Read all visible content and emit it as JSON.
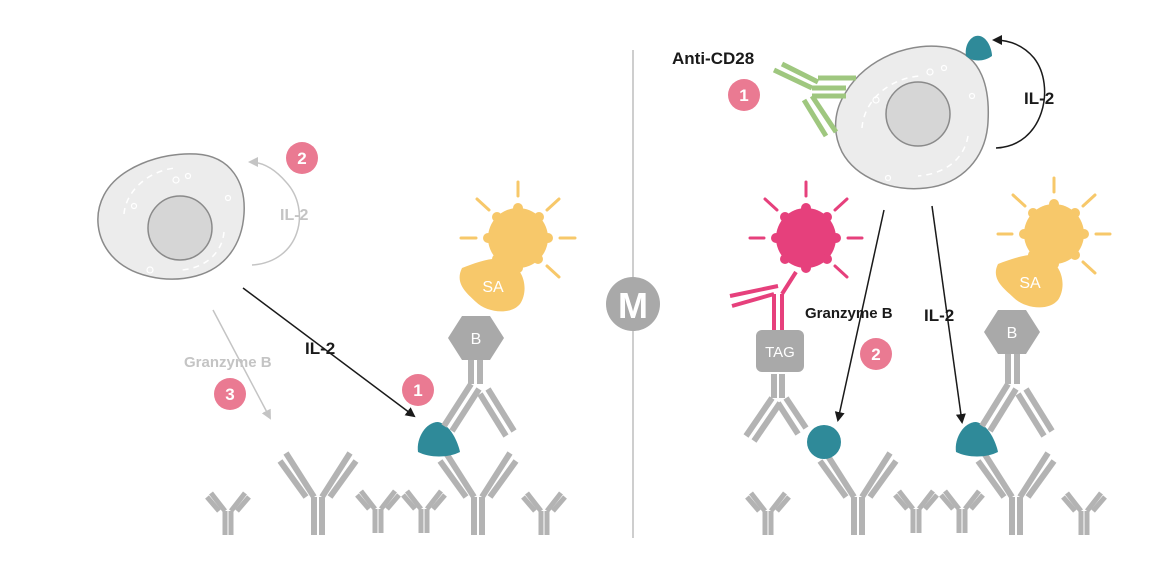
{
  "colors": {
    "antibody": "#b3b3b3",
    "cell_fill": "#ececec",
    "cell_stroke": "#8a8a8a",
    "nucleus": "#d6d6d6",
    "il2_marker": "#2f8a99",
    "badge": "#ea7a92",
    "streptavidin": "#f7c86a",
    "tag_fluor": "#e6407c",
    "anti_cd28": "#9fc77f",
    "arrow_dark": "#1a1a1a",
    "arrow_faded": "#c4c4c4",
    "divider": "#bdbdbd",
    "logo_bg": "#a9a9a9"
  },
  "left_panel": {
    "il2_loop_label": "IL-2",
    "il2_arrow_label": "IL-2",
    "granzyme_label": "Granzyme B",
    "badges": [
      "2",
      "1",
      "3"
    ],
    "sa_label": "SA",
    "biotin_label": "B"
  },
  "center": {
    "logo_letter": "M"
  },
  "right_panel": {
    "anti_cd28_label": "Anti-CD28",
    "il2_loop_label": "IL-2",
    "granzyme_label": "Granzyme B",
    "il2_arrow_label": "IL-2",
    "badges": [
      "1",
      "2"
    ],
    "tag_label": "TAG",
    "sa_label": "SA",
    "biotin_label": "B"
  }
}
